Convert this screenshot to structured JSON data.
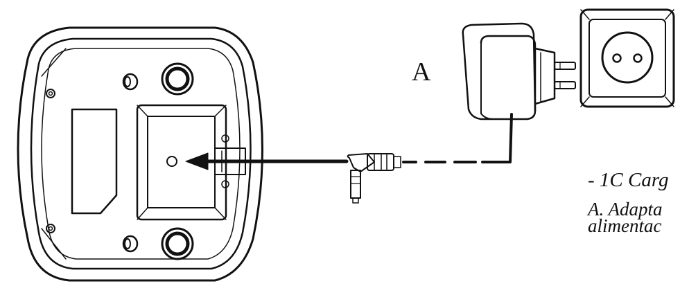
{
  "labels": {
    "adapter_marker": "A",
    "caption_line1": "- 1C Carg",
    "caption_line2": "A. Adapta",
    "caption_line3": "alimentac"
  },
  "colors": {
    "stroke": "#111111",
    "background": "#ffffff"
  },
  "icons": [
    "charging-base",
    "cable-connector",
    "power-adapter",
    "wall-outlet",
    "arrow"
  ]
}
